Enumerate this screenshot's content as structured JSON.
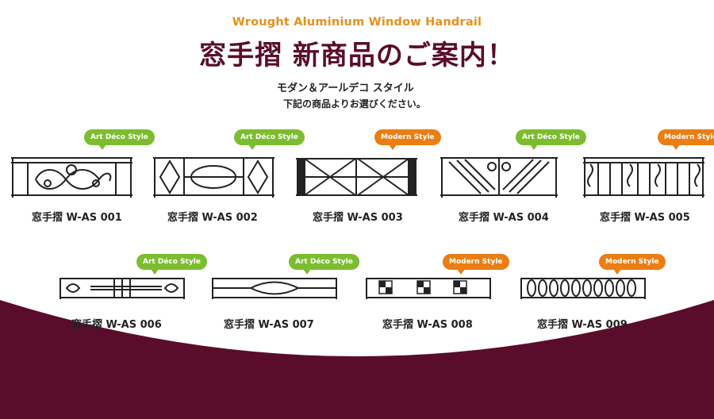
{
  "header": {
    "eyebrow": "Wrought Aluminium Window Handrail",
    "title": "窓手摺 新商品のご案内！",
    "subtitle": "モダン＆アールデコ スタイル",
    "description": "下記の商品よりお選びください。"
  },
  "products": [
    {
      "label": "窓手摺 W-AS 001",
      "badge": "Art Déco Style",
      "style": "art"
    },
    {
      "label": "窓手摺 W-AS 002",
      "badge": "Art Déco Style",
      "style": "art"
    },
    {
      "label": "窓手摺 W-AS 003",
      "badge": "Modern Style",
      "style": "modern"
    },
    {
      "label": "窓手摺 W-AS 004",
      "badge": "Art Déco Style",
      "style": "art"
    },
    {
      "label": "窓手摺 W-AS 005",
      "badge": "Modern Style",
      "style": "modern"
    },
    {
      "label": "窓手摺 W-AS 006",
      "badge": "Art Déco Style",
      "style": "art"
    },
    {
      "label": "窓手摺 W-AS 007",
      "badge": "Art Déco Style",
      "style": "art"
    },
    {
      "label": "窓手摺 W-AS 008",
      "badge": "Modern Style",
      "style": "modern"
    },
    {
      "label": "窓手摺 W-AS 009",
      "badge": "Modern Style",
      "style": "modern"
    }
  ],
  "colors": {
    "title": "#5a0d2a",
    "eyebrow": "#e8901e",
    "art_badge": "#7cbd2f",
    "modern_badge": "#ea7e12",
    "wave": "#5a0d2a"
  }
}
